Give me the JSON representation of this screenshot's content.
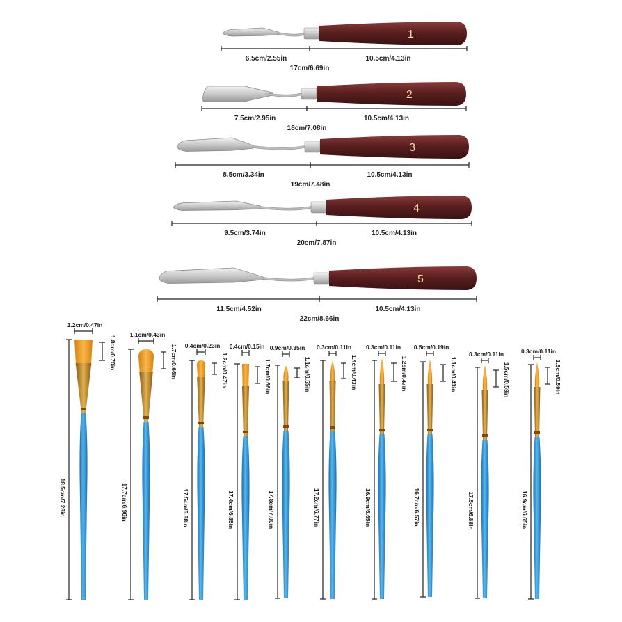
{
  "colors": {
    "handle": "#5a1f1f",
    "handle_light": "#8a3b3b",
    "steel": "#cfcfcf",
    "ferrule_brass": "#c8902e",
    "bristle": "#e89a1c",
    "brush_handle": "#2f9ad8",
    "line": "#222222"
  },
  "knives": [
    {
      "number": "1",
      "blade_label": "6.5cm/2.55in",
      "handle_label": "10.5cm/4.13in",
      "total_label": "17cm/6.69in",
      "shape": "narrow-diamond"
    },
    {
      "number": "2",
      "blade_label": "7.5cm/2.95in",
      "handle_label": "10.5cm/4.13in",
      "total_label": "18cm/7.08in",
      "shape": "trowel"
    },
    {
      "number": "3",
      "blade_label": "8.5cm/3.34in",
      "handle_label": "10.5cm/4.13in",
      "total_label": "19cm/7.48in",
      "shape": "diamond"
    },
    {
      "number": "4",
      "blade_label": "9.5cm/3.74in",
      "handle_label": "10.5cm/4.13in",
      "total_label": "20cm/7.87in",
      "shape": "long-diamond"
    },
    {
      "number": "5",
      "blade_label": "11.5cm/4.52in",
      "handle_label": "10.5cm/4.13in",
      "total_label": "22cm/8.66in",
      "shape": "wide-diamond"
    }
  ],
  "brushes": [
    {
      "width_label": "1.2cm/0.47in",
      "tip_label": "1.8cm/0.70in",
      "length_label": "18.5cm/7.28in",
      "tip": "flat"
    },
    {
      "width_label": "1.1cm/0.43in",
      "tip_label": "1.7cm/0.66in",
      "length_label": "17.7cm/6.96in",
      "tip": "filbert"
    },
    {
      "width_label": "0.4cm/0.23in",
      "tip_label": "1.2cm/0.47in",
      "length_label": "17.5cm/6.88in",
      "tip": "filbert"
    },
    {
      "width_label": "0.4cm/0.15in",
      "tip_label": "1.7cm/0.66in",
      "length_label": "17.4cm/6.85in",
      "tip": "flat"
    },
    {
      "width_label": "0.9cm/0.35in",
      "tip_label": "1.1cm/0.55in",
      "length_label": "17.8cm/7.00in",
      "tip": "round"
    },
    {
      "width_label": "0.3cm/0.11in",
      "tip_label": "1.4cm/0.43in",
      "length_label": "17.2cm/6.77in",
      "tip": "round"
    },
    {
      "width_label": "0.3cm/0.11in",
      "tip_label": "1.2cm/0.47in",
      "length_label": "16.9cm/6.65in",
      "tip": "pointed"
    },
    {
      "width_label": "0.5cm/0.19in",
      "tip_label": "1.1cm/0.43in",
      "length_label": "16.7cm/6.57in",
      "tip": "pointed"
    },
    {
      "width_label": "0.3cm/0.11in",
      "tip_label": "1.5cm/0.59in",
      "length_label": "17.5cm/6.88in",
      "tip": "pointed"
    },
    {
      "width_label": "0.3cm/0.11in",
      "tip_label": "1.5cm/0.59in",
      "length_label": "16.9cm/6.65in",
      "tip": "pointed"
    }
  ]
}
